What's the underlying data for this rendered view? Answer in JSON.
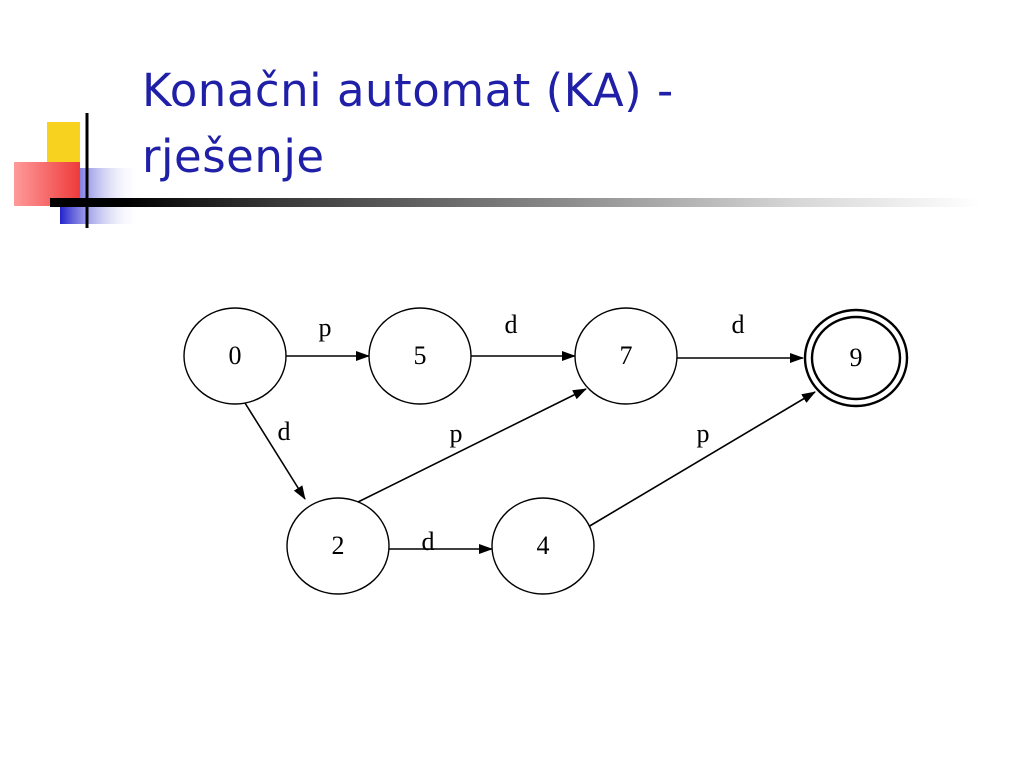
{
  "slide": {
    "title_line1": "Konačni automat (KA) -",
    "title_line2": "rješenje"
  },
  "colors": {
    "title": "#1f1fa8",
    "deco_yellow": "#f7d21e",
    "deco_red": "#f04646",
    "deco_blue": "#2a2ad6"
  },
  "automaton": {
    "states": [
      {
        "id": "0",
        "label": "0",
        "accepting": false
      },
      {
        "id": "5",
        "label": "5",
        "accepting": false
      },
      {
        "id": "7",
        "label": "7",
        "accepting": false
      },
      {
        "id": "9",
        "label": "9",
        "accepting": true
      },
      {
        "id": "2",
        "label": "2",
        "accepting": false
      },
      {
        "id": "4",
        "label": "4",
        "accepting": false
      }
    ],
    "transitions": [
      {
        "from": "0",
        "to": "5",
        "label": "p"
      },
      {
        "from": "5",
        "to": "7",
        "label": "d"
      },
      {
        "from": "7",
        "to": "9",
        "label": "d"
      },
      {
        "from": "0",
        "to": "2",
        "label": "d"
      },
      {
        "from": "2",
        "to": "7",
        "label": "p"
      },
      {
        "from": "2",
        "to": "4",
        "label": "d"
      },
      {
        "from": "4",
        "to": "9",
        "label": "p"
      }
    ]
  }
}
